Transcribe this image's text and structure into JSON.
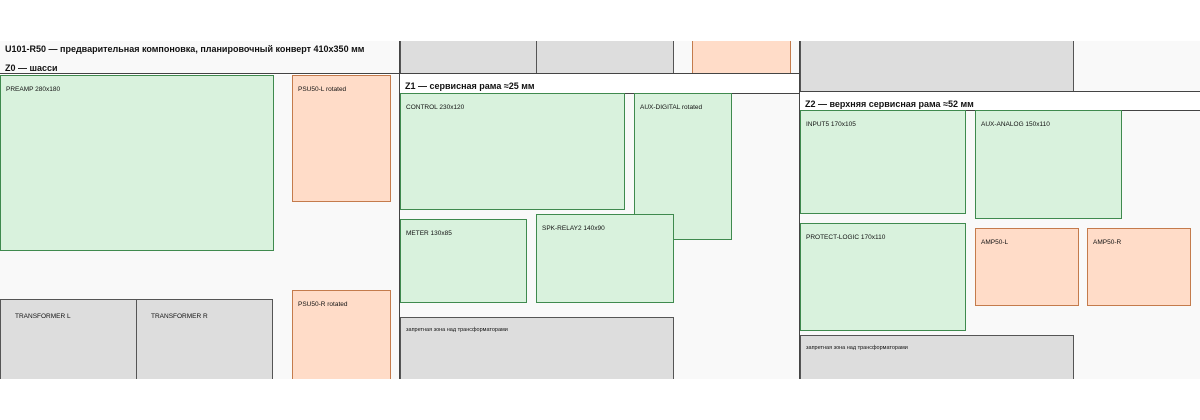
{
  "title": "U101-R50 — предварительная компоновка, планировочный конверт 410x350 мм",
  "zones": [
    {
      "label": "Z0 — шасси",
      "blocks": {
        "preamp": "PREAMP 280x180",
        "psu50_l": "PSU50-L rotated",
        "psu50_r": "PSU50-R rotated",
        "transformer_l": "TRANSFORMER L",
        "transformer_r": "TRANSFORMER R"
      }
    },
    {
      "label": "Z1 — сервисная рама ≈25 мм",
      "blocks": {
        "control": "CONTROL 230x120",
        "aux_digital": "AUX-DIGITAL rotated",
        "meter": "METER 130x85",
        "spk_relay2": "SPK-RELAY2 140x90",
        "keepout": "запретная зона над трансформаторами"
      }
    },
    {
      "label": "Z2 — верхняя сервисная рама ≈52 мм",
      "blocks": {
        "input5": "INPUT5 170x105",
        "aux_analog": "AUX-ANALOG 150x110",
        "protect_logic": "PROTECT-LOGIC 170x110",
        "amp50_l": "AMP50-L",
        "amp50_r": "AMP50-R",
        "keepout": "запретная зона над трансформаторами"
      }
    }
  ],
  "colors": {
    "green_fill": "#d9f2dd",
    "green_stroke": "#3f8a4e",
    "orange_fill": "#ffdcc8",
    "orange_stroke": "#c47b4c",
    "gray_fill": "#dddddd"
  }
}
